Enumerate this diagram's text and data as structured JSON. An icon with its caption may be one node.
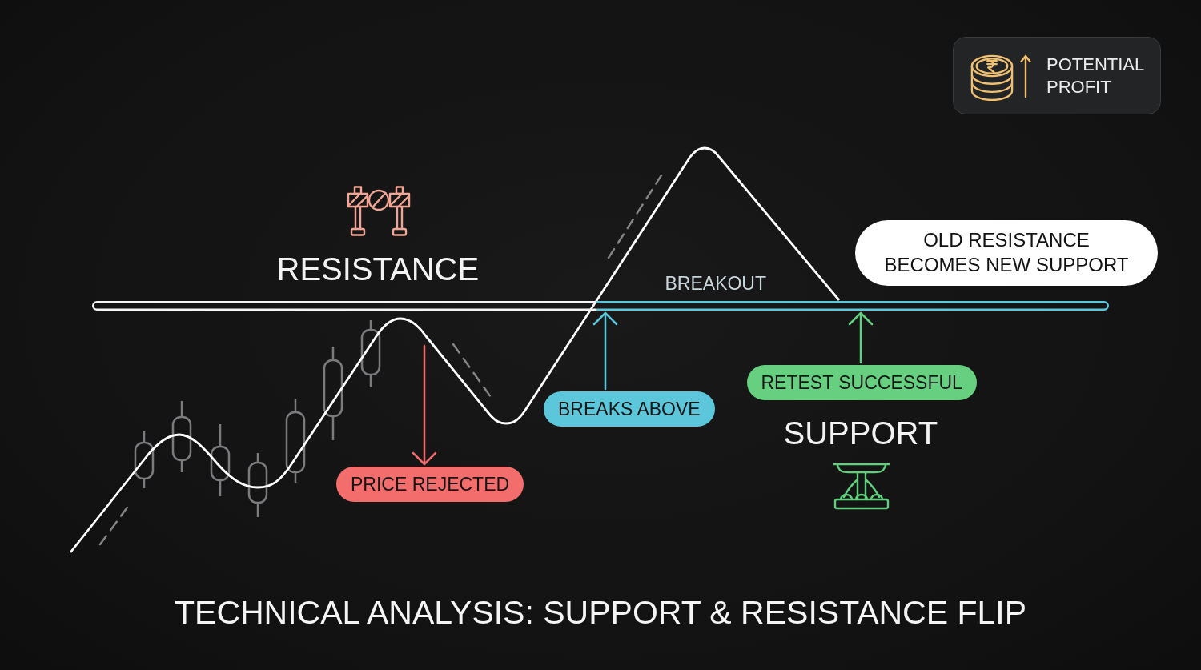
{
  "diagram": {
    "title": "TECHNICAL ANALYSIS: SUPPORT & RESISTANCE FLIP",
    "nodes": [
      {
        "text": [],
        "shape": "bar"
      },
      {
        "text": [
          "PRICE REJECTED"
        ]
      },
      {
        "text": [
          "BREAKS ABOVE"
        ]
      },
      {
        "text": [
          "RETEST SUCCESSFUL"
        ]
      },
      {
        "text": [
          "OLD RESISTANCE BECOMES NEW SUPPORT"
        ]
      },
      {
        "text": [
          "POTENTIAL PROFIT"
        ]
      }
    ],
    "edges": [
      {
        "from": null,
        "to": 1,
        "arrow": "to",
        "color": "#f26b6b"
      },
      {
        "from": 2,
        "to": 0,
        "arrow": "to",
        "color": "#5cc6da"
      },
      {
        "from": 3,
        "to": 0,
        "arrow": "to",
        "color": "#62cf7e"
      }
    ],
    "labels": [
      "RESISTANCE",
      "BREAKOUT",
      "SUPPORT"
    ]
  }
}
